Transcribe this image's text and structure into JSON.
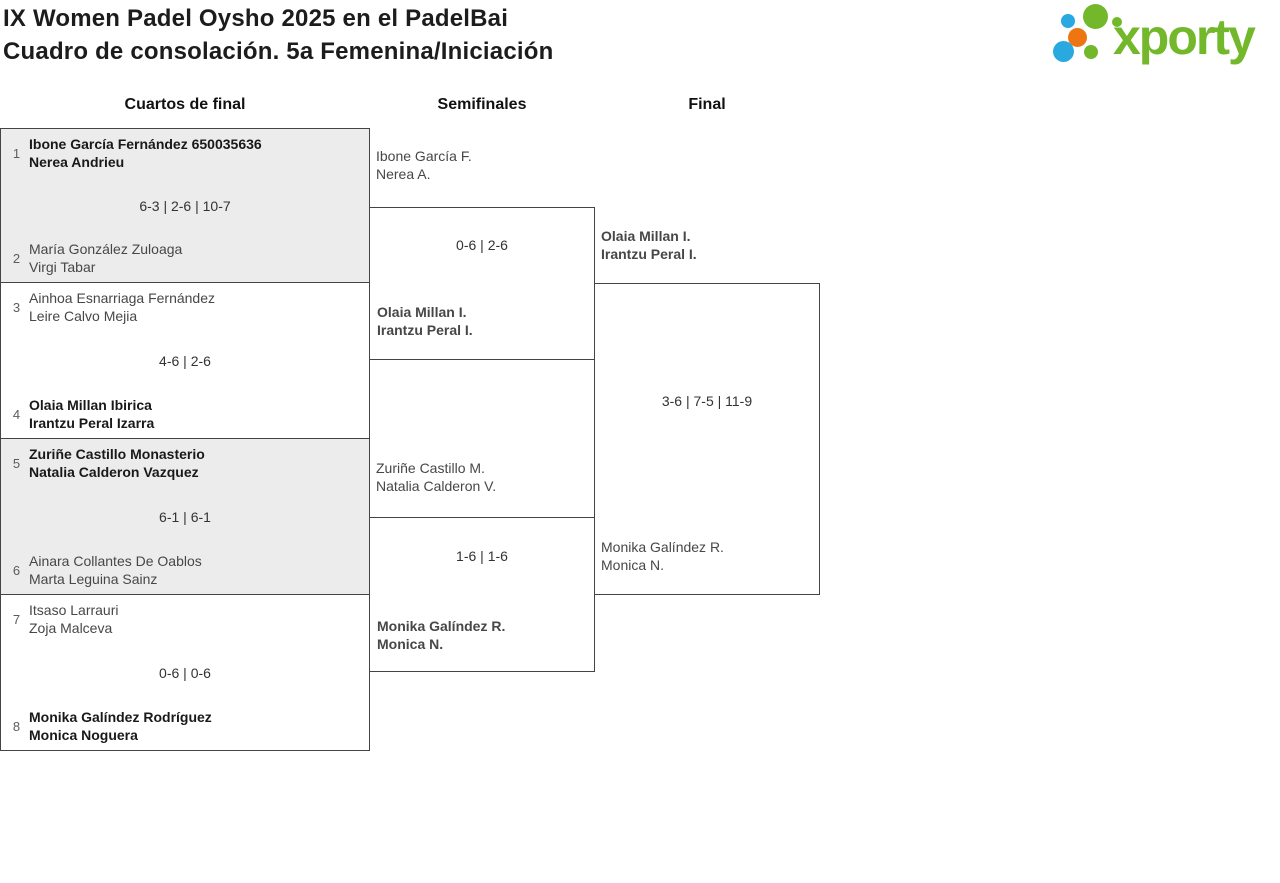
{
  "header": {
    "title_line1": "IX Women Padel Oysho 2025 en el PadelBai",
    "title_line2": "Cuadro de consolación. 5a Femenina/Iniciación"
  },
  "logo": {
    "text": "xporty",
    "colors": {
      "green": "#72b82a",
      "blue": "#2aa9e0",
      "orange": "#ed7612"
    }
  },
  "columns": {
    "round1": "Cuartos de final",
    "round2": "Semifinales",
    "round3": "Final"
  },
  "styles": {
    "match_alt_background": "#ececec",
    "border_color": "#444444"
  },
  "quarterfinals": [
    {
      "seed1": "1",
      "team1_line1": "Ibone García Fernández 650035636",
      "team1_line2": "Nerea Andrieu",
      "team1_winner": true,
      "score": "6-3 | 2-6 | 10-7",
      "seed2": "2",
      "team2_line1": "María González Zuloaga",
      "team2_line2": "Virgi Tabar",
      "team2_winner": false
    },
    {
      "seed1": "3",
      "team1_line1": "Ainhoa Esnarriaga Fernández",
      "team1_line2": "Leire Calvo Mejia",
      "team1_winner": false,
      "score": "4-6 | 2-6",
      "seed2": "4",
      "team2_line1": "Olaia Millan Ibirica",
      "team2_line2": "Irantzu Peral Izarra",
      "team2_winner": true
    },
    {
      "seed1": "5",
      "team1_line1": "Zuriñe Castillo Monasterio",
      "team1_line2": "Natalia Calderon Vazquez",
      "team1_winner": true,
      "score": "6-1 | 6-1",
      "seed2": "6",
      "team2_line1": "Ainara Collantes De Oablos",
      "team2_line2": "Marta Leguina Sainz",
      "team2_winner": false
    },
    {
      "seed1": "7",
      "team1_line1": "Itsaso Larrauri",
      "team1_line2": "Zoja Malceva",
      "team1_winner": false,
      "score": "0-6 | 0-6",
      "seed2": "8",
      "team2_line1": "Monika Galíndez Rodríguez",
      "team2_line2": "Monica Noguera",
      "team2_winner": true
    }
  ],
  "semifinals": [
    {
      "team1_line1": "Ibone García F.",
      "team1_line2": "Nerea A.",
      "team1_winner": false,
      "score": "0-6 | 2-6",
      "team2_line1": "Olaia Millan I.",
      "team2_line2": "Irantzu Peral I.",
      "team2_winner": true
    },
    {
      "team1_line1": "Zuriñe Castillo M.",
      "team1_line2": "Natalia Calderon V.",
      "team1_winner": false,
      "score": "1-6 | 1-6",
      "team2_line1": "Monika Galíndez R.",
      "team2_line2": "Monica N.",
      "team2_winner": true
    }
  ],
  "final": {
    "team1_line1": "Olaia Millan I.",
    "team1_line2": "Irantzu Peral I.",
    "team1_winner": true,
    "score": "3-6 | 7-5 | 11-9",
    "team2_line1": "Monika Galíndez R.",
    "team2_line2": "Monica N.",
    "team2_winner": false
  }
}
